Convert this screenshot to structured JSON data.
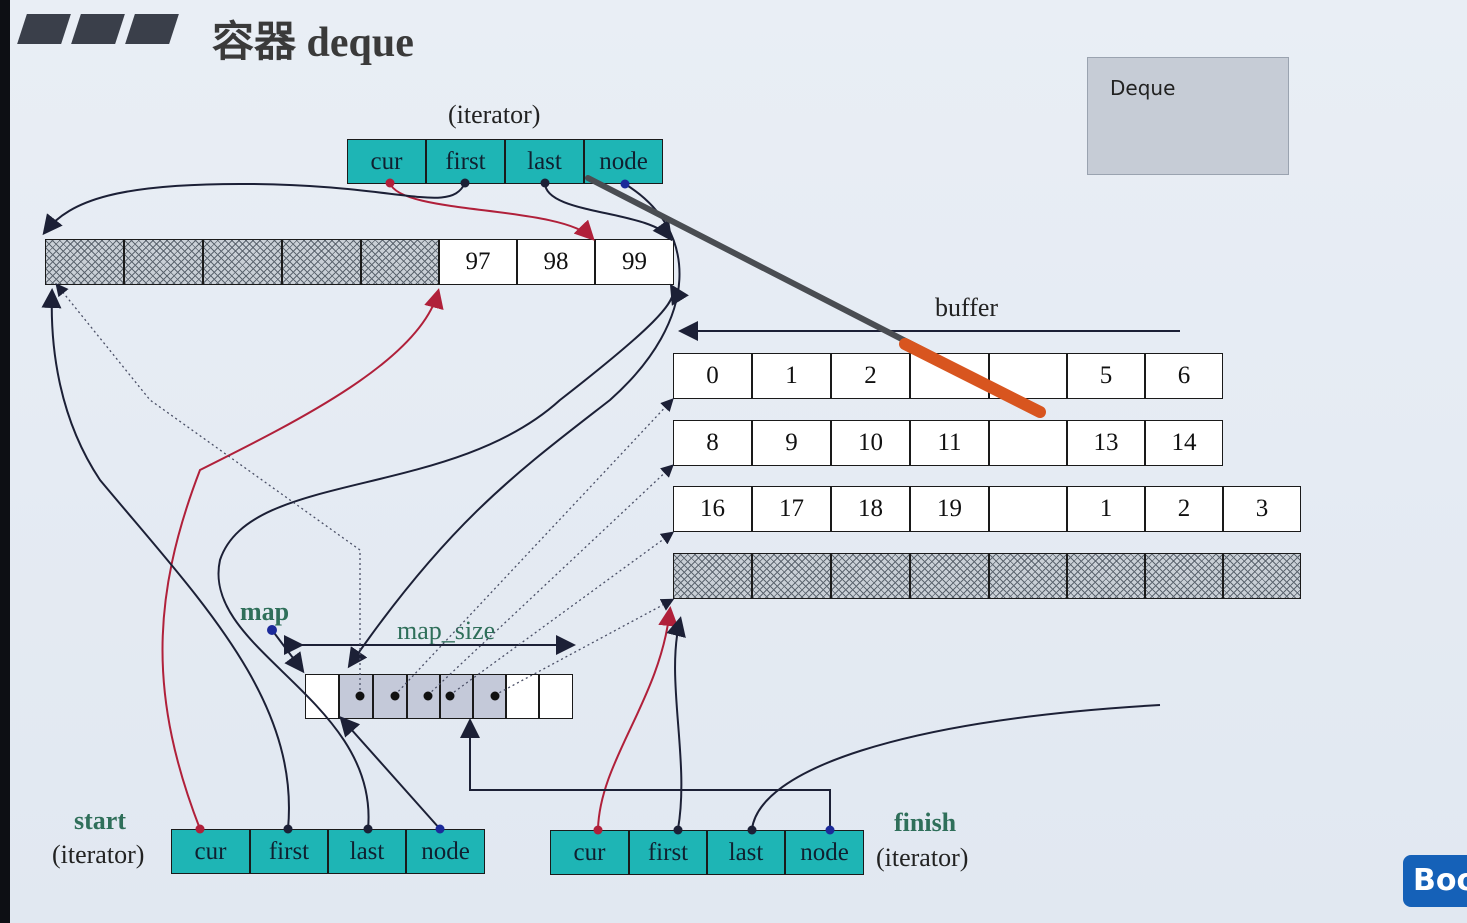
{
  "title": {
    "cjk": "容器",
    "latin": "deque"
  },
  "iterator_label": "(iterator)",
  "iterator_fields": [
    "cur",
    "first",
    "last",
    "node"
  ],
  "buffer_label": "buffer",
  "top_buffer_values": [
    "97",
    "98",
    "99"
  ],
  "buffer_rows": [
    [
      "0",
      "1",
      "2",
      "",
      "",
      "5",
      "6"
    ],
    [
      "8",
      "9",
      "10",
      "11",
      "",
      "13",
      "14"
    ],
    [
      "16",
      "17",
      "18",
      "19",
      "",
      "1",
      "2",
      "3"
    ]
  ],
  "map_label": "map",
  "map_size_label": "map_size",
  "start": {
    "name": "start",
    "sub": "(iterator)",
    "fields": [
      "cur",
      "first",
      "last",
      "node"
    ]
  },
  "finish": {
    "name": "finish",
    "sub": "(iterator)",
    "fields": [
      "cur",
      "first",
      "last",
      "node"
    ]
  },
  "inset_label": "Deque",
  "logo_text": "Boo"
}
